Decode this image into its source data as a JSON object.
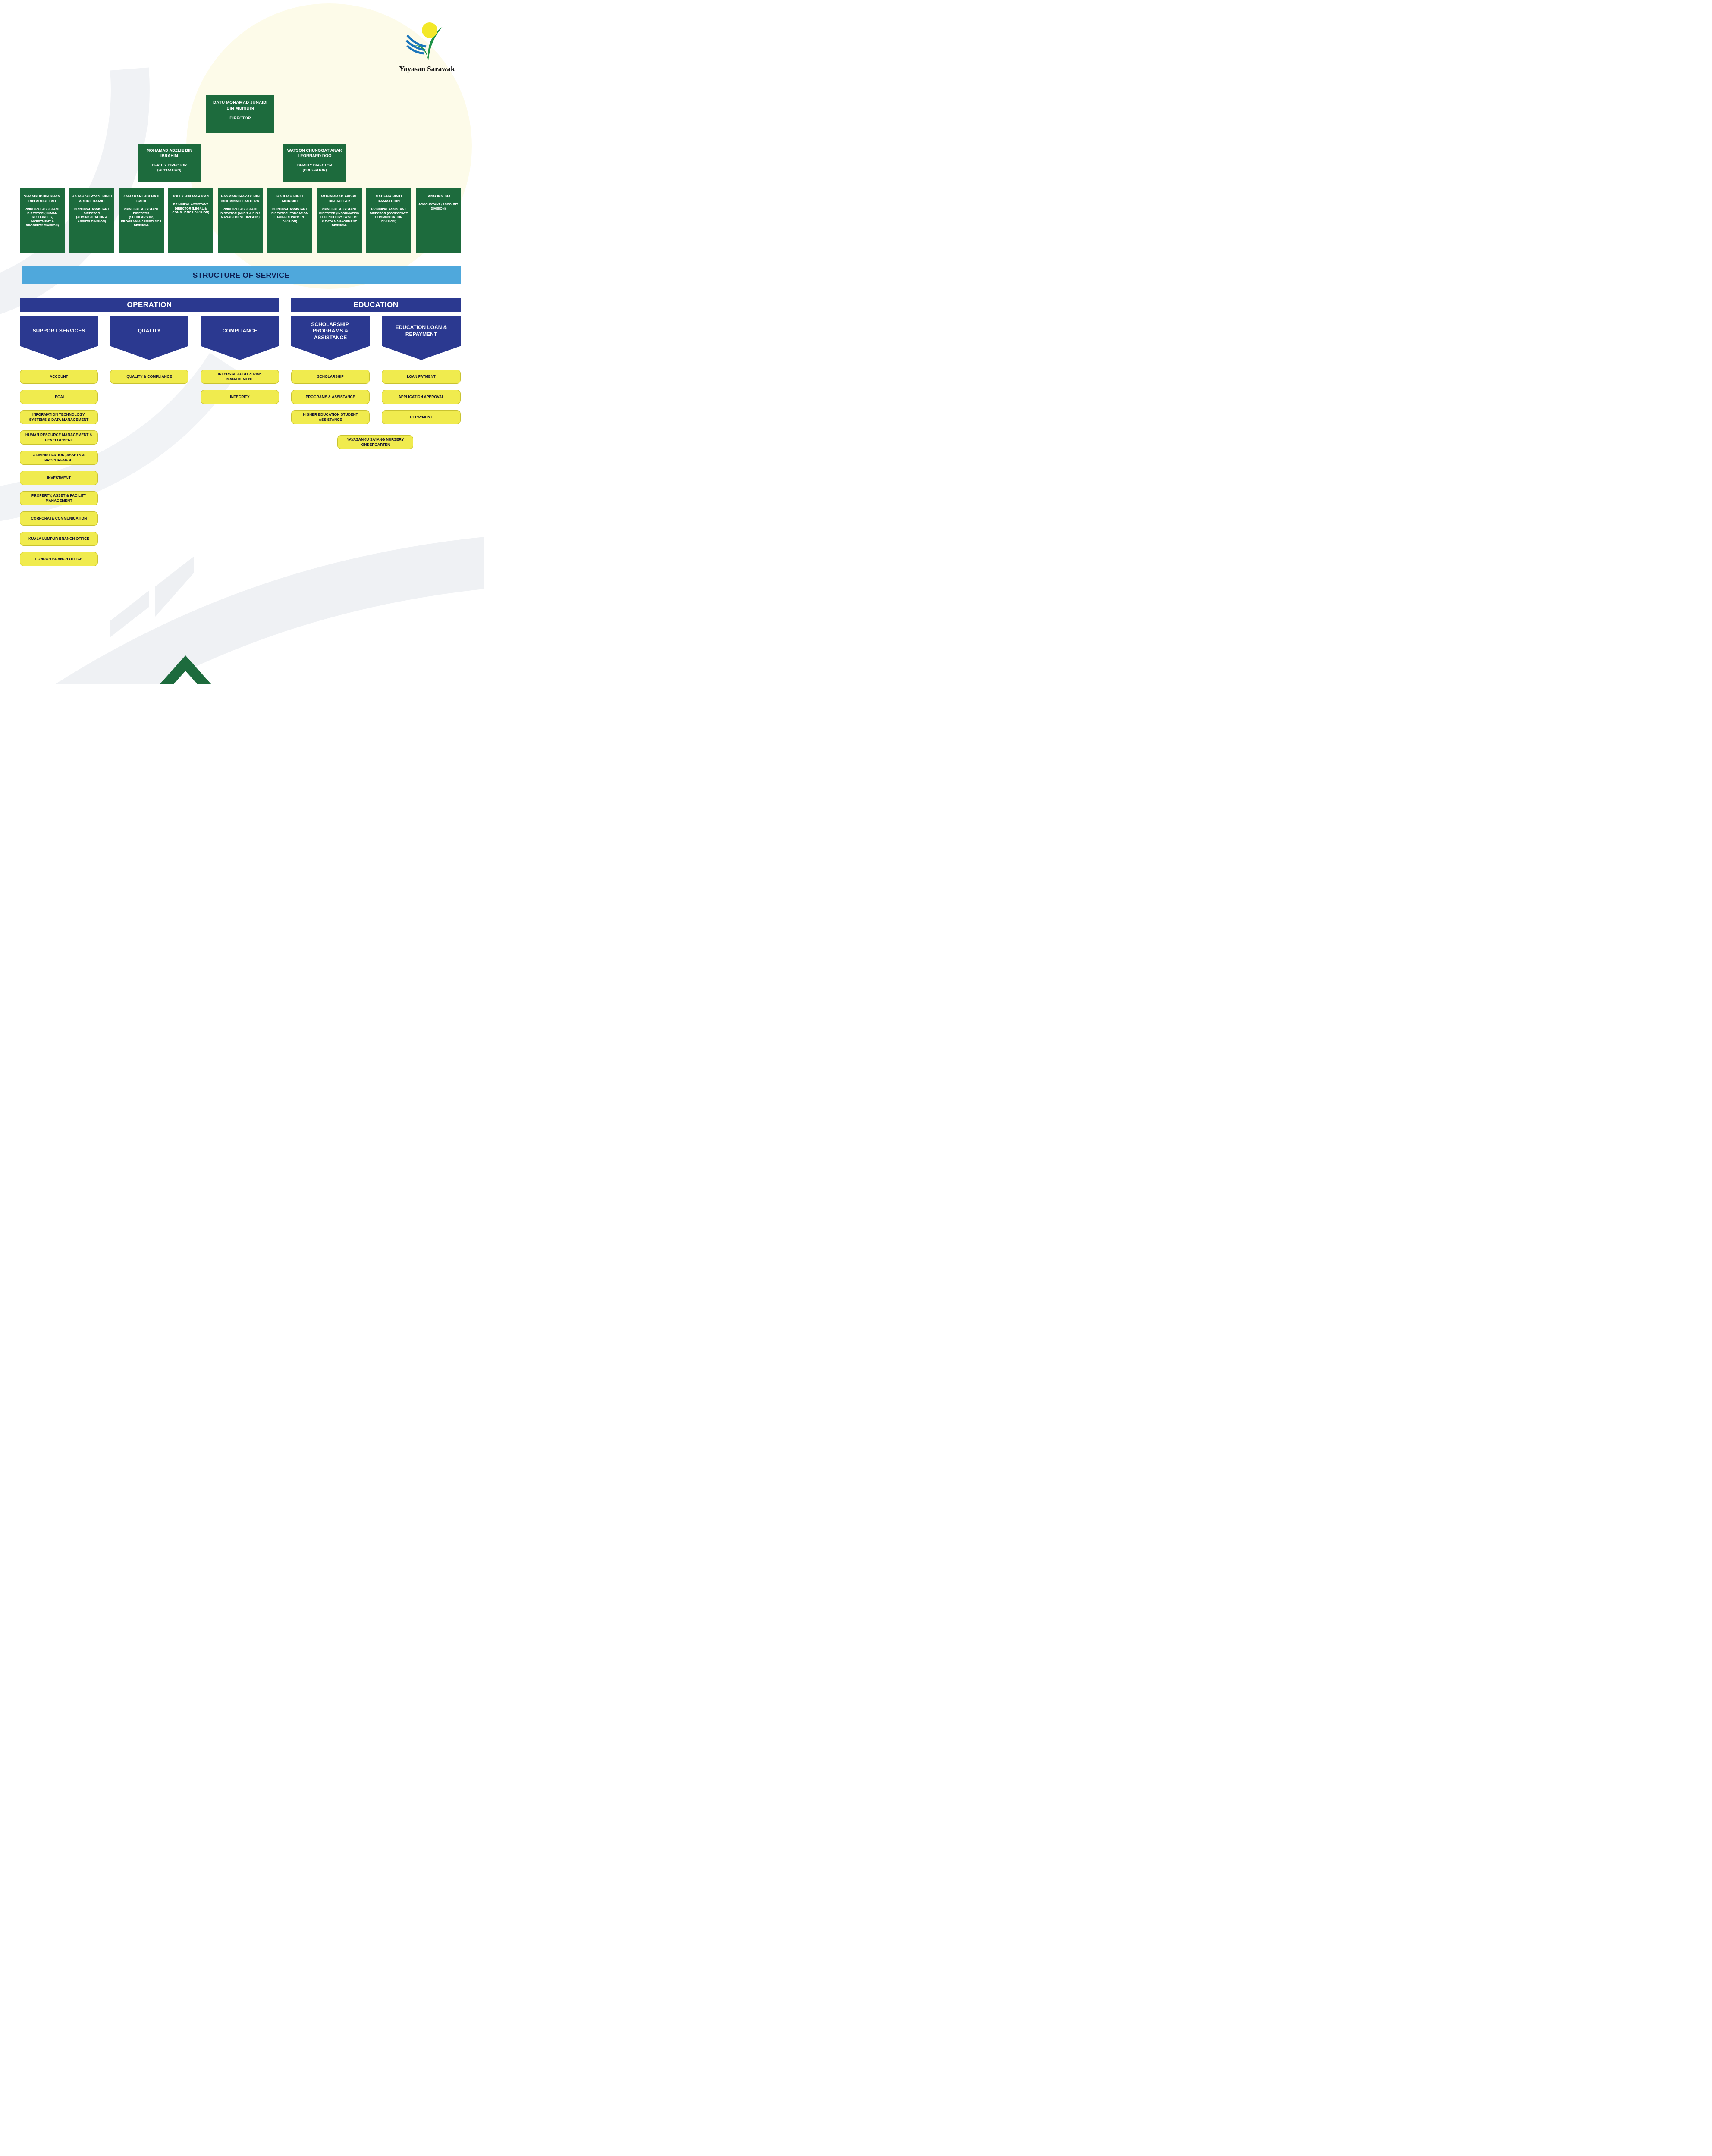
{
  "brand": {
    "name": "Yayasan Sarawak"
  },
  "chart": {
    "banner": "STRUCTURE OF SERVICE",
    "director": {
      "name": "DATU MOHAMAD JUNAIDI BIN MOHIDIN",
      "title": "DIRECTOR"
    },
    "deputies": [
      {
        "name": "MOHAMAD ADZLIE BIN IBRAHIM",
        "title": "DEPUTY DIRECTOR (OPERATION)"
      },
      {
        "name": "WATSON CHUNGGAT ANAK LEORNARD DOO",
        "title": "DEPUTY DIRECTOR (EDUCATION)"
      }
    ],
    "principals": [
      {
        "name": "SHAMSUDDIN SHAM BIN ABDULLAH",
        "title": "PRINCIPAL ASSISTANT DIRECTOR (HUMAN RESOURCES, INVESTMENT & PROPERTY DIVISION)"
      },
      {
        "name": "HAJAH SURYANI BINTI ABDUL HAMID",
        "title": "PRINCIPAL ASSISTANT DIRECTOR (ADMINISTRATION & ASSETS DIVISION)"
      },
      {
        "name": "ZAMAHARI BIN HAJI SAIDI",
        "title": "PRINCIPAL ASSISTANT DIRECTOR (SCHOLARSHIP, PROGRAM & ASSISTANCE DIVISION)"
      },
      {
        "name": "JOLLY BIN MARIKAN",
        "title": "PRINCIPAL ASSISTANT DIRECTOR (LEGAL & COMPLIANCE DIVISION)"
      },
      {
        "name": "EASMAWI RAZAK BIN MOHAMAD EASTERN",
        "title": "PRINCIPAL ASSISTANT DIRECTOR (AUDIT & RISK MANAGEMENT DIVISION)"
      },
      {
        "name": "HAJIJAH BINTI MORSIDI",
        "title": "PRINCIPAL ASSISTANT DIRECTOR (EDUCATION LOAN & REPAYMENT DIVISION)"
      },
      {
        "name": "MOHAMMAD FAISAL BIN JAFFAR",
        "title": "PRINCIPAL ASSISTANT DIRECTOR (INFORMATION TECHNOLOGY, SYSTEMS & DATA MANAGEMENT DIVISION)"
      },
      {
        "name": "NADEHA BINTI KAMALUDIN",
        "title": "PRINCIPAL ASSISTANT DIRECTOR (CORPORATE COMMUNICATION DIVISION)"
      },
      {
        "name": "TANG ING SIA",
        "title": "ACCOUNTANT (ACCOUNT DIVISION)"
      }
    ],
    "sections": [
      {
        "label": "OPERATION"
      },
      {
        "label": "EDUCATION"
      }
    ],
    "columns": [
      {
        "heading": "SUPPORT SERVICES",
        "items": [
          "ACCOUNT",
          "LEGAL",
          "INFORMATION TECHNOLOGY, SYSTEMS & DATA MANAGEMENT",
          "HUMAN RESOURCE MANAGEMENT & DEVELOPMENT",
          "ADMINISTRATION, ASSETS & PROCUREMENT",
          "INVESTMENT",
          "PROPERTY, ASSET & FACILITY MANAGEMENT",
          "CORPORATE COMMUNICATION",
          "KUALA LUMPUR BRANCH OFFICE",
          "LONDON BRANCH OFFICE"
        ]
      },
      {
        "heading": "QUALITY",
        "items": [
          "QUALITY & COMPLIANCE"
        ]
      },
      {
        "heading": "COMPLIANCE",
        "items": [
          "INTERNAL AUDIT & RISK MANAGEMENT",
          "INTEGRITY"
        ]
      },
      {
        "heading": "SCHOLARSHIP, PROGRAMS & ASSISTANCE",
        "items": [
          "SCHOLARSHIP",
          "PROGRAMS & ASSISTANCE",
          "HIGHER EDUCATION STUDENT ASSISTANCE",
          "YAYASANKU SAYANG NURSERY KINDERGARTEN"
        ]
      },
      {
        "heading": "EDUCATION LOAN & REPAYMENT",
        "items": [
          "LOAN PAYMENT",
          "APPLICATION APPROVAL",
          "REPAYMENT"
        ]
      }
    ],
    "colors": {
      "green": "#1d6b3d",
      "navy": "#2b3990",
      "light_blue": "#4fa8dc",
      "yellow": "#f0eb4e"
    }
  }
}
